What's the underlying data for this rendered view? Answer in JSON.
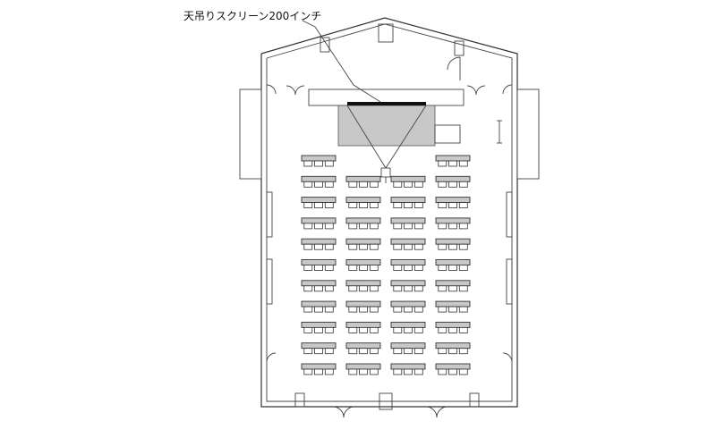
{
  "annotations": {
    "screen_label": "天吊りスクリーン200インチ"
  },
  "layout": {
    "columns": [
      {
        "name": "left",
        "rows": [
          1,
          2,
          3,
          4,
          5,
          6,
          7,
          8,
          9,
          10,
          11
        ]
      },
      {
        "name": "center-left",
        "rows": [
          2,
          3,
          4,
          5,
          6,
          7,
          8,
          9,
          10,
          11
        ]
      },
      {
        "name": "center-right",
        "rows": [
          2,
          3,
          4,
          5,
          6,
          7,
          8,
          9,
          10,
          11
        ]
      },
      {
        "name": "right",
        "rows": [
          1,
          2,
          3,
          4,
          5,
          6,
          7,
          8,
          9,
          10,
          11
        ]
      }
    ],
    "chairs_per_desk": 3
  },
  "colors": {
    "desk_fill": "#c8c8c8",
    "stage_fill": "#c8c8c8",
    "line": "#333333"
  }
}
